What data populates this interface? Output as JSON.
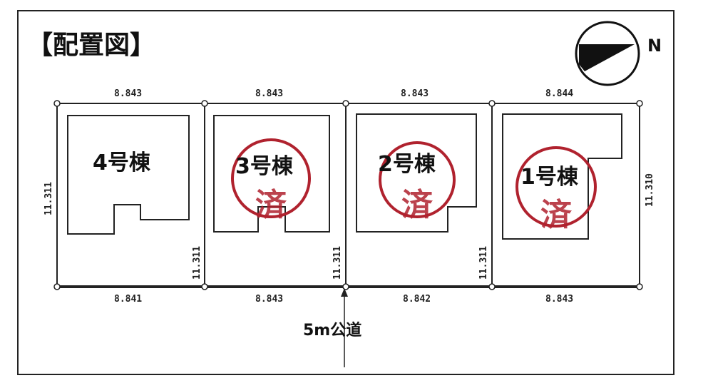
{
  "title": "【配置図】",
  "north_label": "N",
  "road_label": "5m公道",
  "stamp_text": "済",
  "stamp_color": "#b0222e",
  "lots": [
    {
      "name": "4号棟",
      "top": "8.843",
      "bottom": "8.841",
      "left": "11.311",
      "sold": false
    },
    {
      "name": "3号棟",
      "top": "8.843",
      "bottom": "8.843",
      "left": "11.311",
      "sold": true
    },
    {
      "name": "2号棟",
      "top": "8.843",
      "bottom": "8.842",
      "left": "11.311",
      "sold": true
    },
    {
      "name": "1号棟",
      "top": "8.844",
      "bottom": "8.843",
      "left": "11.311",
      "right": "11.310",
      "sold": true
    }
  ]
}
